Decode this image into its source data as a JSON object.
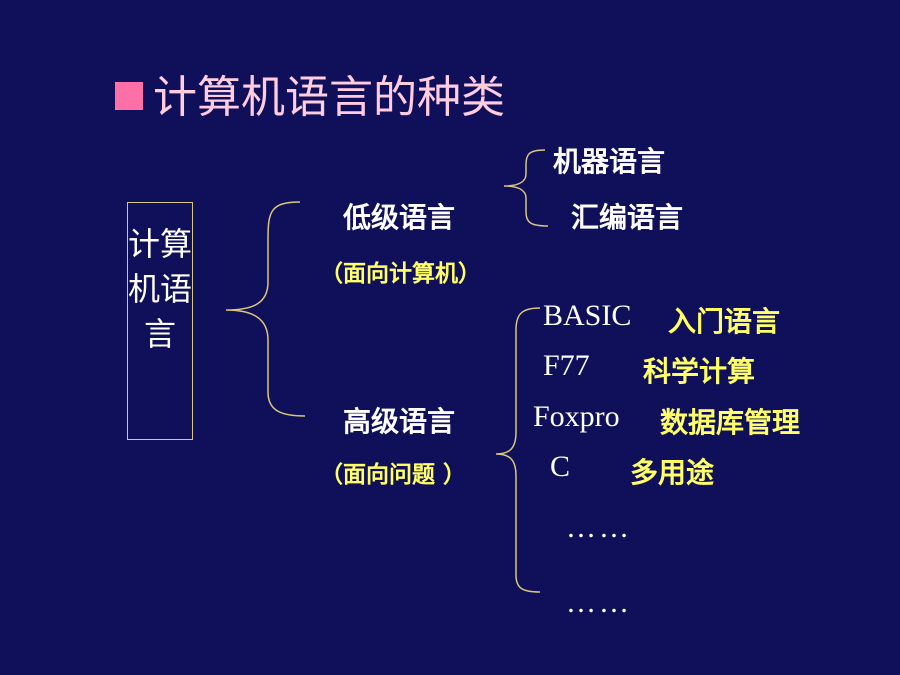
{
  "title": "计算机语言的种类",
  "root": "计算机语言",
  "low_level": {
    "label": "低级语言",
    "note": "（面向计算机）",
    "items": [
      "机器语言",
      "汇编语言"
    ]
  },
  "high_level": {
    "label": "高级语言",
    "note": "（面向问题 ）",
    "items": [
      {
        "lang": "BASIC",
        "desc": "入门语言"
      },
      {
        "lang": "F77",
        "desc": "科学计算"
      },
      {
        "lang": "Foxpro",
        "desc": "数据库管理"
      },
      {
        "lang": "C",
        "desc": "多用途"
      }
    ],
    "ellipsis": [
      "……",
      "……"
    ]
  },
  "colors": {
    "background": "#10105a",
    "title": "#ffcce0",
    "bullet": "#ff6fa8",
    "brace": "#d9c77a",
    "highlight": "#ffff66"
  }
}
